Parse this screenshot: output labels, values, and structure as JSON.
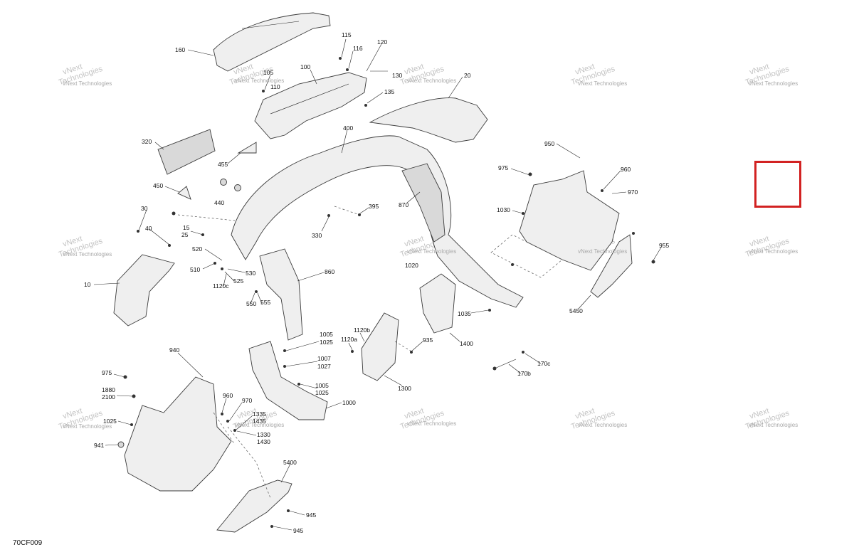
{
  "diagram_code": "70CF009",
  "watermark": {
    "line1": "vNext",
    "line2": "Technologies",
    "overlay": "vNext Technologies"
  },
  "highlight_color": "#d22222",
  "callouts": [
    {
      "id": "160",
      "text": "160"
    },
    {
      "id": "115",
      "text": "115"
    },
    {
      "id": "116",
      "text": "116"
    },
    {
      "id": "120",
      "text": "120"
    },
    {
      "id": "130",
      "text": "130"
    },
    {
      "id": "105",
      "text": "105"
    },
    {
      "id": "110",
      "text": "110"
    },
    {
      "id": "100",
      "text": "100"
    },
    {
      "id": "135",
      "text": "135"
    },
    {
      "id": "20",
      "text": "20"
    },
    {
      "id": "400",
      "text": "400"
    },
    {
      "id": "320",
      "text": "320"
    },
    {
      "id": "455",
      "text": "455"
    },
    {
      "id": "450",
      "text": "450"
    },
    {
      "id": "440",
      "text": "440"
    },
    {
      "id": "395",
      "text": "395"
    },
    {
      "id": "330",
      "text": "330"
    },
    {
      "id": "870",
      "text": "870"
    },
    {
      "id": "950",
      "text": "950"
    },
    {
      "id": "975a",
      "text": "975"
    },
    {
      "id": "960a",
      "text": "960"
    },
    {
      "id": "970a",
      "text": "970"
    },
    {
      "id": "1030",
      "text": "1030"
    },
    {
      "id": "955",
      "text": "955"
    },
    {
      "id": "5450",
      "text": "5450"
    },
    {
      "id": "30",
      "text": "30"
    },
    {
      "id": "40",
      "text": "40"
    },
    {
      "id": "15",
      "text": "15"
    },
    {
      "id": "25",
      "text": "25"
    },
    {
      "id": "10",
      "text": "10"
    },
    {
      "id": "520",
      "text": "520"
    },
    {
      "id": "510",
      "text": "510"
    },
    {
      "id": "530",
      "text": "530"
    },
    {
      "id": "525",
      "text": "525"
    },
    {
      "id": "1120c",
      "text": "1120c"
    },
    {
      "id": "550",
      "text": "550"
    },
    {
      "id": "555",
      "text": "555"
    },
    {
      "id": "860",
      "text": "860"
    },
    {
      "id": "1020",
      "text": "1020"
    },
    {
      "id": "1035",
      "text": "1035"
    },
    {
      "id": "1400",
      "text": "1400"
    },
    {
      "id": "1005a",
      "text": "1005"
    },
    {
      "id": "1025a",
      "text": "1025"
    },
    {
      "id": "1120b",
      "text": "1120b"
    },
    {
      "id": "1120a",
      "text": "1120a"
    },
    {
      "id": "935",
      "text": "935"
    },
    {
      "id": "1007",
      "text": "1007"
    },
    {
      "id": "1027",
      "text": "1027"
    },
    {
      "id": "1005b",
      "text": "1005"
    },
    {
      "id": "1025b",
      "text": "1025"
    },
    {
      "id": "1000",
      "text": "1000"
    },
    {
      "id": "1300",
      "text": "1300"
    },
    {
      "id": "170c",
      "text": "170c"
    },
    {
      "id": "170b",
      "text": "170b"
    },
    {
      "id": "940",
      "text": "940"
    },
    {
      "id": "975b",
      "text": "975"
    },
    {
      "id": "1880",
      "text": "1880"
    },
    {
      "id": "2100",
      "text": "2100"
    },
    {
      "id": "1025c",
      "text": "1025"
    },
    {
      "id": "941",
      "text": "941"
    },
    {
      "id": "960b",
      "text": "960"
    },
    {
      "id": "970b",
      "text": "970"
    },
    {
      "id": "1335",
      "text": "1335"
    },
    {
      "id": "1435",
      "text": "1435"
    },
    {
      "id": "1330",
      "text": "1330"
    },
    {
      "id": "1430",
      "text": "1430"
    },
    {
      "id": "5400",
      "text": "5400"
    },
    {
      "id": "945a",
      "text": "945"
    },
    {
      "id": "945b",
      "text": "945"
    }
  ]
}
